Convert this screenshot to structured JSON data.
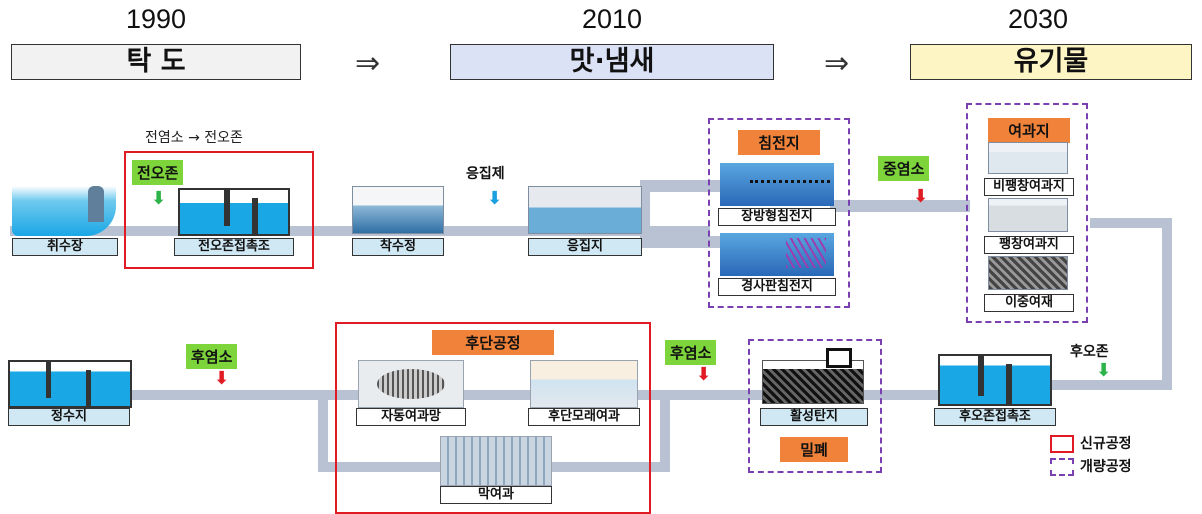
{
  "eras": [
    {
      "year": "1990",
      "label": "탁 도",
      "bg": "#f2f2f2"
    },
    {
      "year": "2010",
      "label": "맛·냄새",
      "bg": "#dbe2f6"
    },
    {
      "year": "2030",
      "label": "유기물",
      "bg": "#fdf5c4"
    }
  ],
  "transition_arrow": "⇒",
  "top_row": {
    "pre_note": "전염소 → 전오존",
    "pre_ozone_tag": "전오존",
    "coagulant_label": "응집제",
    "mid_chlorine_tag": "중염소",
    "intake": "취수장",
    "pre_ozone_tank": "전오존접촉조",
    "receiving_well": "착수정",
    "coagulation": "응집지",
    "sedimentation_title": "침전지",
    "sed_rect": "장방형침전지",
    "sed_incline": "경사판침전지",
    "filter_title": "여과지",
    "filter_nonexp": "비팽창여과지",
    "filter_exp": "팽창여과지",
    "filter_dual": "이중여재"
  },
  "bottom_row": {
    "post_ozone_note": "후오존",
    "post_ozone_tank": "후오존접촉조",
    "gac": "활성탄지",
    "gac_note": "밀폐",
    "post_chlorine_1": "후염소",
    "post_chlorine_2": "후염소",
    "post_process_title": "후단공정",
    "auto_screen": "자동여과망",
    "post_sand": "후단모래여과",
    "membrane": "막여과",
    "clearwell": "정수지"
  },
  "legend": {
    "new": "신규공정",
    "improved": "개량공정"
  },
  "colors": {
    "red": "#e01b24",
    "purple": "#7a3fb0",
    "green_tag": "#7dd43b",
    "orange_tag": "#f0823a",
    "pipe": "#b8c2d2"
  }
}
